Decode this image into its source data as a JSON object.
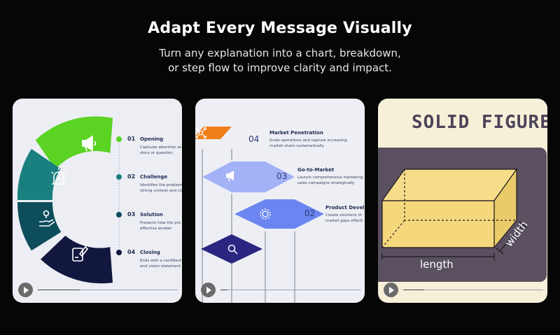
{
  "header": {
    "title": "Adapt Every Message Visually",
    "subtitle_line1": "Turn any explanation into a chart, breakdown,",
    "subtitle_line2": "or step flow to improve clarity and impact."
  },
  "card1": {
    "steps": [
      {
        "num": "01",
        "title": "Opening",
        "desc1": "Captures attention wi",
        "desc2": "story or question",
        "color": "#5ad322",
        "icon": "megaphone-icon"
      },
      {
        "num": "02",
        "title": "Challenge",
        "desc1": "Identifies the problem",
        "desc2": "strong context and cla",
        "color": "#19807f",
        "icon": "siren-icon"
      },
      {
        "num": "03",
        "title": "Solution",
        "desc1": "Presents how the pro",
        "desc2": "effective answer",
        "color": "#0e4d5c",
        "icon": "hand-location-icon"
      },
      {
        "num": "04",
        "title": "Closing",
        "desc1": "Ends with a confident",
        "desc2": "and vision statement",
        "color": "#12173f",
        "icon": "document-edit-icon"
      }
    ],
    "progress": 0.3
  },
  "card2": {
    "steps": [
      {
        "num": "04",
        "title": "Market Penetration",
        "desc1": "Scale operations and capture increasing",
        "desc2": "market share systematically",
        "color": "#f07f1a",
        "icon": "network-icon"
      },
      {
        "num": "03",
        "title": "Go-to-Market",
        "desc1": "Launch comprehensive marketing",
        "desc2": "sales campaigns strategically",
        "color": "#a3b1f7",
        "icon": "megaphone-icon"
      },
      {
        "num": "02",
        "title": "Product Develop",
        "desc1": "Create solutions th",
        "desc2": "market gaps effecti",
        "color": "#6b86f0",
        "icon": "gear-icon"
      },
      {
        "num": "",
        "title": "",
        "desc1": "",
        "desc2": "",
        "color": "#2a2681",
        "icon": "magnifier-icon"
      }
    ],
    "progress": 0.05
  },
  "card3": {
    "title": "SOLID FIGURE",
    "length_label": "length",
    "width_label": "width",
    "progress": 0.15
  }
}
